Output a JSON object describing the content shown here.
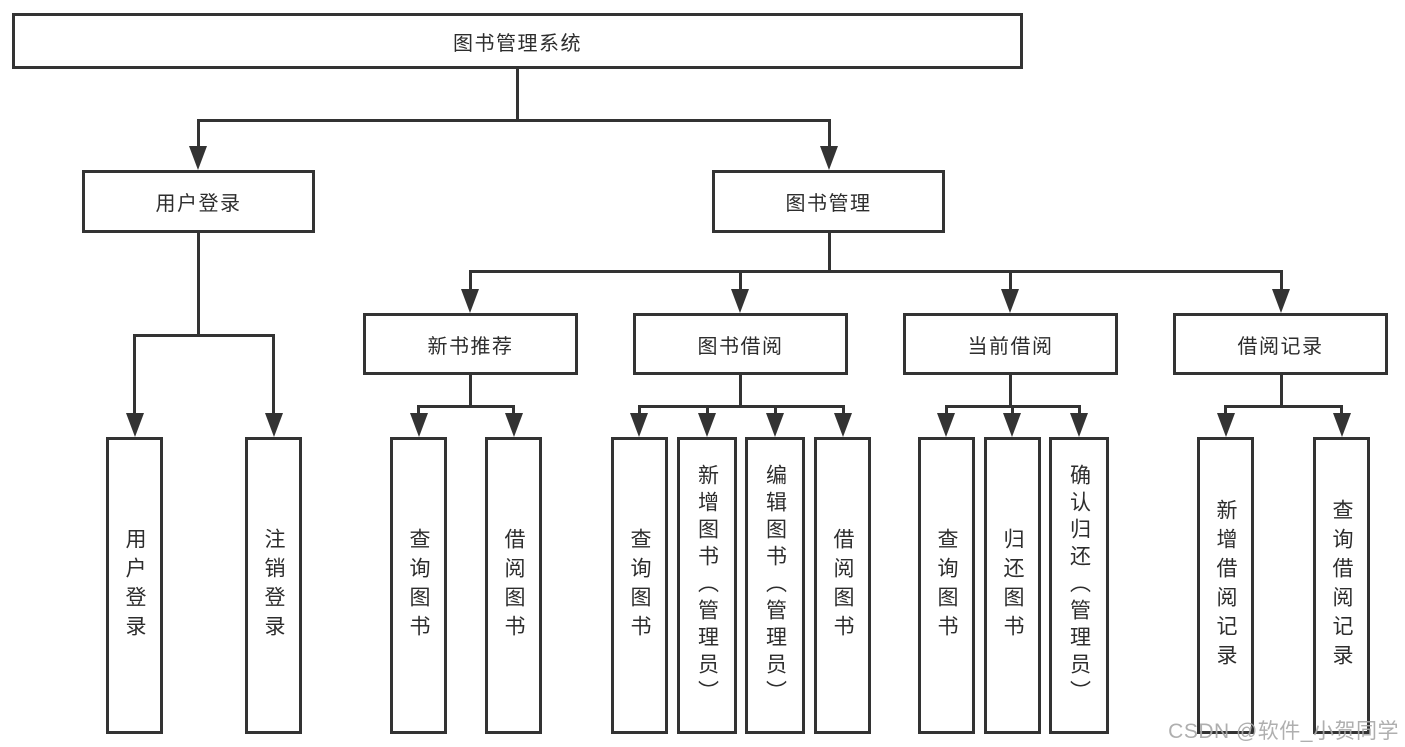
{
  "diagram_type": "hierarchy-tree",
  "colors": {
    "line": "#333333",
    "box_border": "#333333",
    "text": "#2d2d2d",
    "background": "#ffffff",
    "watermark": "#a9a9a9"
  },
  "hierarchy": {
    "root": "图书管理系统",
    "children": [
      {
        "name": "用户登录",
        "children": [
          "用户登录",
          "注销登录"
        ]
      },
      {
        "name": "图书管理",
        "children": [
          {
            "name": "新书推荐",
            "children": [
              "查询图书",
              "借阅图书"
            ]
          },
          {
            "name": "图书借阅",
            "children": [
              "查询图书",
              "新增图书（管理员）",
              "编辑图书（管理员）",
              "借阅图书"
            ]
          },
          {
            "name": "当前借阅",
            "children": [
              "查询图书",
              "归还图书",
              "确认归还（管理员）"
            ]
          },
          {
            "name": "借阅记录",
            "children": [
              "新增借阅记录",
              "查询借阅记录"
            ]
          }
        ]
      }
    ]
  },
  "watermark": {
    "text": "CSDN @软件_小贺同学"
  }
}
